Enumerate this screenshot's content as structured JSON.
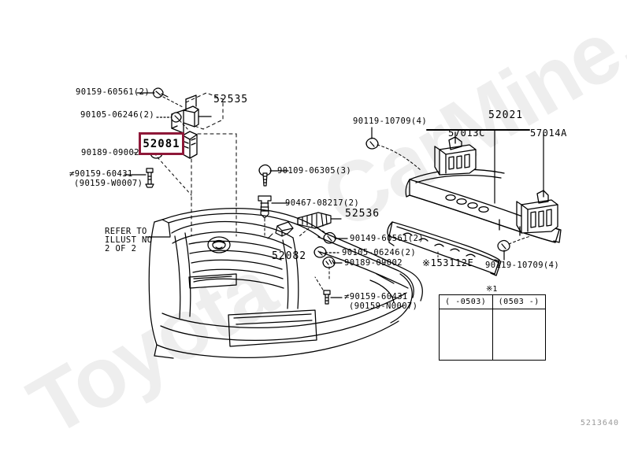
{
  "diagram": {
    "corner_code": "5213640",
    "watermark": "ToyotaCarMine.ru",
    "watermark_part_1": "Toyota",
    "watermark_part_2": "CarMine.ru",
    "highlight_color": "#8e1838",
    "highlighted_part": "52081"
  },
  "labels": {
    "clip_top_left": "90159-60561(2)",
    "bolt_top_left": "90105-06246(2)",
    "highlight_part": "52081",
    "nut_left": "90189-09002",
    "screw_left_line1": "≠90159-60431",
    "screw_left_line2": "(90159-W0007)",
    "bracket_right_top": "52535",
    "refer_line1": "REFER TO",
    "refer_line2": "ILLUST NO",
    "refer_line3": "2 OF 2",
    "cover_part": "52082",
    "screw_center": "90109-06305(3)",
    "clip_center": "90467-08217(2)",
    "retainer_center": "52536",
    "clip_center_right": "90149-60561(2)",
    "bolt_center_right": "90105-06246(2)",
    "nut_center_right": "90189-09002",
    "screw_bottom_line1": "≠90159-60431",
    "screw_bottom_line2": "(90159-N0007)",
    "bolt_right_top": "90119-10709(4)",
    "reinforcement": "52021",
    "support_left": "57013C",
    "support_right": "57014A",
    "absorber": "※153112E",
    "bolt_right_bottom": "90119-10709(4)"
  },
  "inset": {
    "caption": "※1",
    "col_left_header": "(    -0503)",
    "col_right_header": "(0503    -)"
  }
}
